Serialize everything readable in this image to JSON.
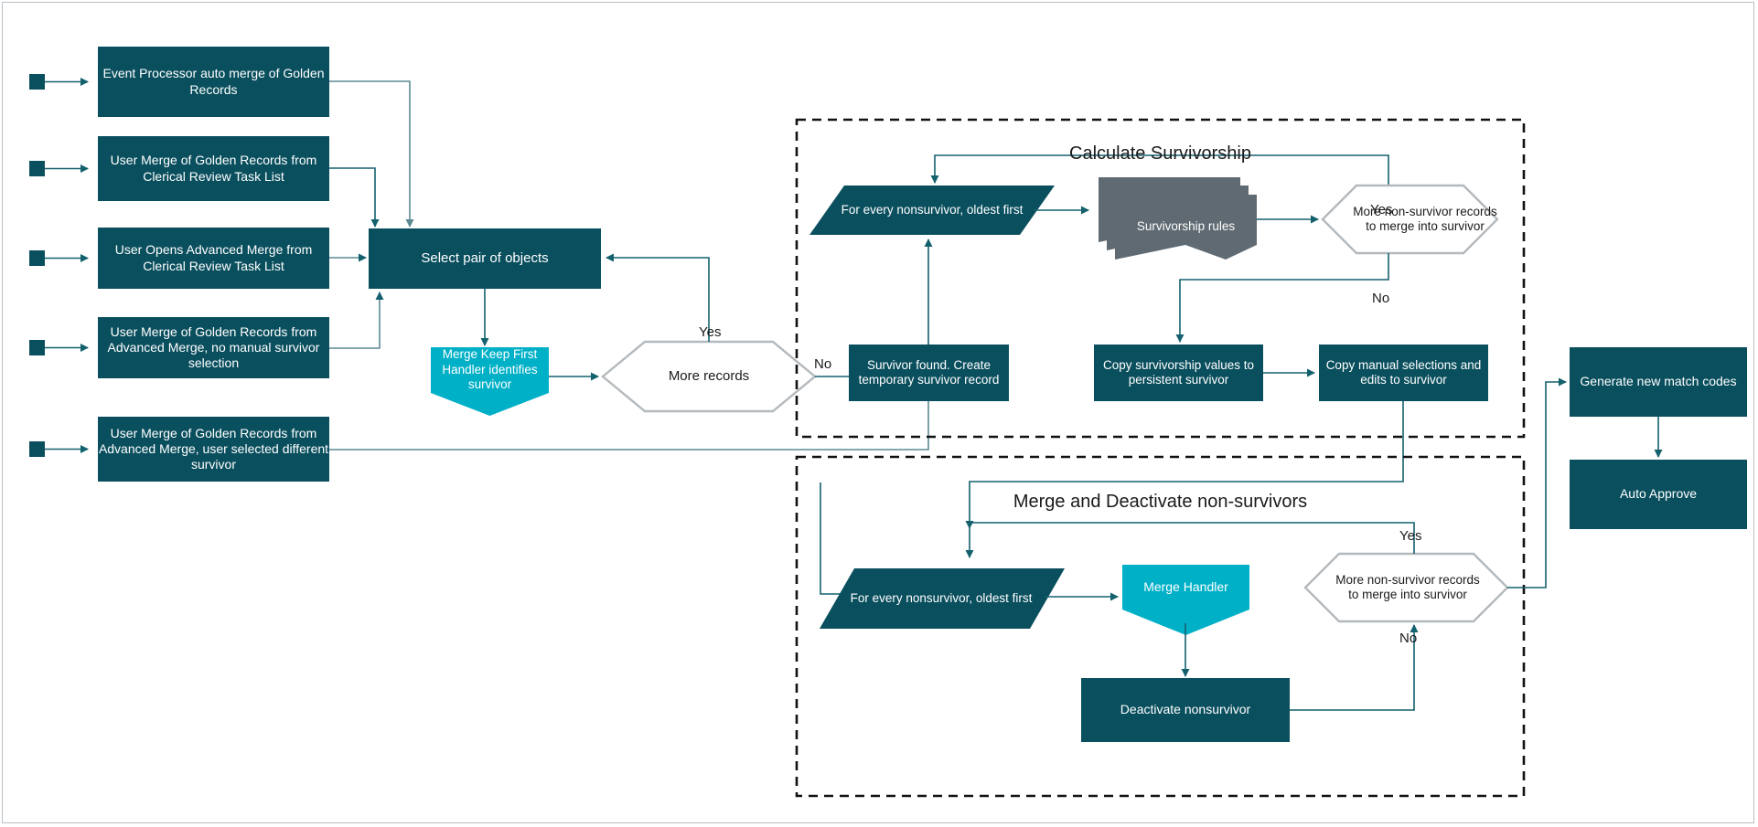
{
  "diagram": {
    "colors": {
      "dark_teal": "#0a4f5e",
      "cyan": "#00b0c7",
      "grey_doc": "#5f6a72",
      "decision_border": "#b3b9bd",
      "connector": "#14616e",
      "canvas_border": "#b9bfc4",
      "text_light": "#ffffff",
      "text_dark": "#1a1a1a"
    },
    "start_markers": [
      {
        "name": "start-marker-1"
      },
      {
        "name": "start-marker-2"
      },
      {
        "name": "start-marker-3"
      },
      {
        "name": "start-marker-4"
      },
      {
        "name": "start-marker-5"
      }
    ],
    "entry_nodes": [
      {
        "id": "entry1",
        "label": "Event Processor auto merge of Golden Records"
      },
      {
        "id": "entry2",
        "label": "User Merge of Golden Records from Clerical Review Task List"
      },
      {
        "id": "entry3",
        "label": "User Opens Advanced Merge from Clerical Review Task List"
      },
      {
        "id": "entry4",
        "label": "User Merge of Golden Records from Advanced Merge, no manual survivor selection"
      },
      {
        "id": "entry5",
        "label": "User Merge of Golden Records from Advanced Merge, user selected different survivor"
      }
    ],
    "nodes": {
      "select_pair": "Select pair of objects",
      "merge_keep_first": "Merge Keep First Handler identifies survivor",
      "more_records": "More records",
      "survivor_found": "Survivor found. Create temporary survivor record",
      "for_every_nonsurvivor_a": "For every nonsurvivor, oldest first",
      "survivorship_rules": "Survivorship rules",
      "more_nonsurvivor_a": "More non-survivor records to merge into survivor",
      "copy_survivorship_values": "Copy survivorship values to persistent survivor",
      "copy_manual_selections": "Copy manual selections and edits to survivor",
      "for_every_nonsurvivor_b": "For every nonsurvivor, oldest first",
      "merge_handler": "Merge Handler",
      "more_nonsurvivor_b": "More non-survivor records to merge into survivor",
      "deactivate_nonsurvivor": "Deactivate nonsurvivor",
      "generate_match_codes": "Generate new match codes",
      "auto_approve": "Auto Approve"
    },
    "groups": {
      "calculate_survivorship": "Calculate Survivorship",
      "merge_deactivate": "Merge and Deactivate non-survivors"
    },
    "edge_labels": {
      "more_records_yes": "Yes",
      "more_records_no": "No",
      "survivorship_yes": "Yes",
      "survivorship_no": "No",
      "merge_yes": "Yes",
      "merge_no": "No"
    }
  }
}
